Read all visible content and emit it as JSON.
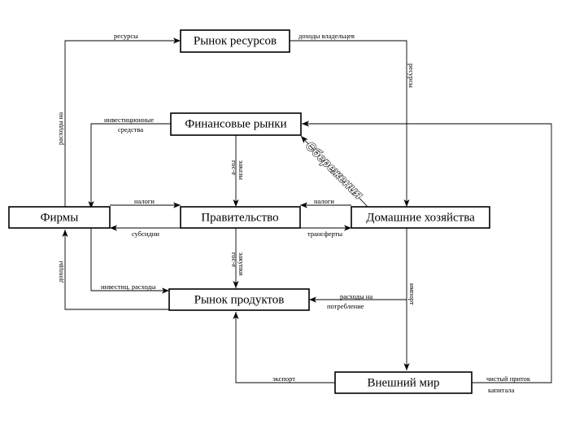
{
  "nodes": {
    "resource_market": "Рынок ресурсов",
    "financial_markets": "Финансовые рынки",
    "firms": "Фирмы",
    "government": "Правительство",
    "households": "Домашние хозяйства",
    "product_market": "Рынок продуктов",
    "external_world": "Внешний мир"
  },
  "flows": {
    "resources": "ресурсы",
    "owner_income": "доходы владельцев",
    "resources_right": "ресурсы",
    "firm_expenses_1": "расходы на",
    "investment_funds_1": "инвестиционные",
    "investment_funds_2": "средства",
    "gov_orders_top_1": "гос-е",
    "gov_orders_top_2": "заказы",
    "savings": "Сбережения",
    "taxes_firms": "налоги",
    "taxes_households": "налоги",
    "subsidies": "субсидии",
    "transfers": "трансферты",
    "firm_income": "доходы",
    "gov_orders_bottom_1": "гос-е",
    "gov_orders_bottom_2": "закупки",
    "investment_expenses": "инвестиц. расходы",
    "consumption_1": "расходы на",
    "consumption_2": "потребление",
    "import": "импорт",
    "export": "экспорт",
    "net_capital_1": "чистый приток",
    "net_capital_2": "капитала"
  }
}
